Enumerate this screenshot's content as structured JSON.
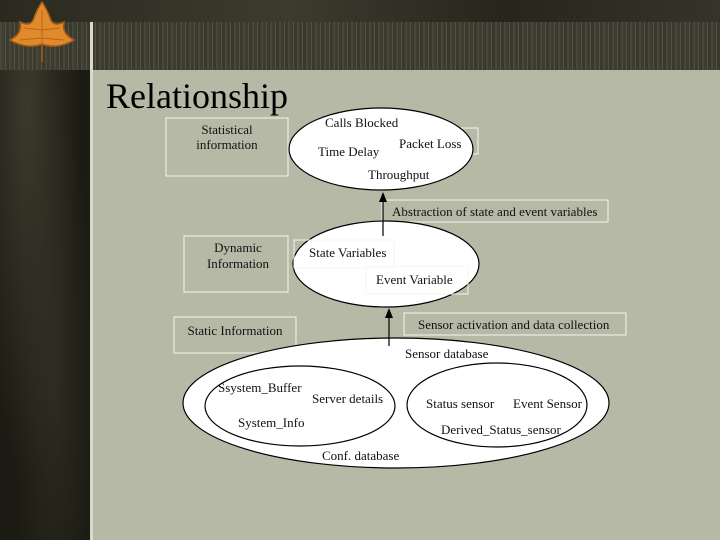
{
  "slide": {
    "title": "Relationship"
  },
  "diagram": {
    "side_labels": {
      "statistical": "Statistical information",
      "dynamic": "Dynamic Information",
      "static": "Static Information"
    },
    "top_ellipse": {
      "calls_blocked": "Calls Blocked",
      "packet_loss": "Packet Loss",
      "time_delay": "Time Delay",
      "throughput": "Throughput"
    },
    "abstraction_label": "Abstraction of state and event variables",
    "middle_ellipse": {
      "state_variables": "State Variables",
      "event_variable": "Event Variable"
    },
    "sensor_activation_label": "Sensor activation and data collection",
    "sensor_database": "Sensor database",
    "conf_database": "Conf. database",
    "left_inner": {
      "system_buffer": "Ssystem_Buffer",
      "server_details": "Server details",
      "system_info": "System_Info"
    },
    "right_inner": {
      "status_sensor": "Status sensor",
      "event_sensor": "Event Sensor",
      "derived_status_sensor": "Derived_Status_sensor"
    }
  },
  "colors": {
    "slide_bg": "#b7b9a7",
    "ellipse_fill": "#ffffff",
    "line": "#000000"
  },
  "icons": [
    "maple-leaf-icon"
  ]
}
